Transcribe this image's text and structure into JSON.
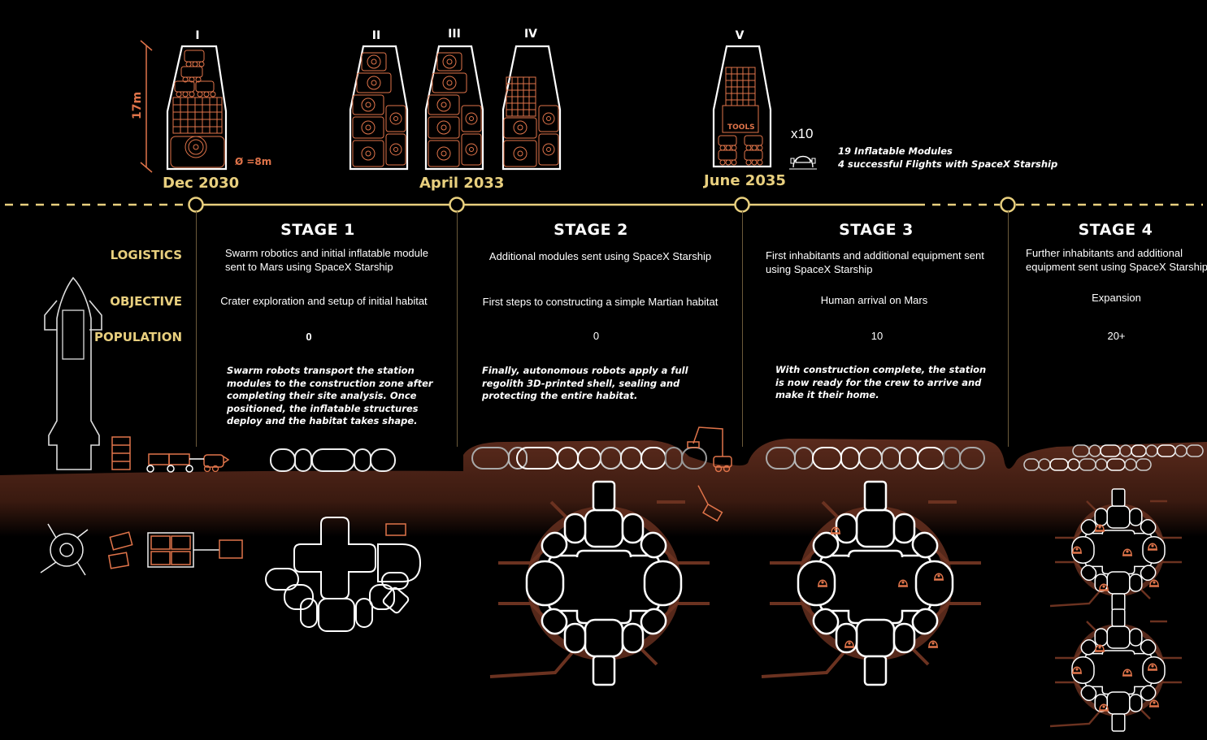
{
  "colors": {
    "background": "#000000",
    "accent_gold": "#e8cf7e",
    "cargo_orange": "#e0744a",
    "ground_brown": "#5a2a1c",
    "outline_white": "#ffffff",
    "tunnel_brown": "#6b3220"
  },
  "flights": [
    {
      "numeral": "I",
      "cargo": [
        "rover-robots",
        "solar-grid",
        "inflatable-module"
      ]
    },
    {
      "numeral": "II",
      "cargo": [
        "inflatable-modules"
      ]
    },
    {
      "numeral": "III",
      "cargo": [
        "inflatable-modules"
      ]
    },
    {
      "numeral": "IV",
      "cargo": [
        "solar-grid",
        "inflatable-modules"
      ]
    },
    {
      "numeral": "V",
      "cargo": [
        "solar-grid",
        "tools",
        "rover-robots"
      ],
      "tools_label": "TOOLS"
    }
  ],
  "dimensions": {
    "height": "17m",
    "diameter": "Ø =8m"
  },
  "dates": [
    "Dec 2030",
    "April 2033",
    "June 2035"
  ],
  "crew": {
    "count_label": "x10",
    "icon": "astronaut-helmet-icon"
  },
  "summary": {
    "line1": "19 Inflatable Modules",
    "line2": "4 successful Flights with SpaceX Starship"
  },
  "row_labels": {
    "logistics": "LOGISTICS",
    "objective": "OBJECTIVE",
    "population": "POPULATION"
  },
  "stages": [
    {
      "title": "STAGE 1",
      "logistics": "Swarm robotics and initial inflatable module sent to Mars using SpaceX Starship",
      "objective": "Crater exploration and setup of initial habitat",
      "population": "0",
      "description": "Swarm robots transport the station modules to the construction zone after completing their site analysis. Once positioned, the inflatable structures deploy and the habitat takes shape."
    },
    {
      "title": "STAGE 2",
      "logistics": "Additional modules sent using SpaceX Starship",
      "objective": "First steps to constructing a simple Martian habitat",
      "population": "0",
      "description": "Finally, autonomous robots apply a full regolith 3D-printed shell, sealing and protecting the entire habitat."
    },
    {
      "title": "STAGE 3",
      "logistics": "First inhabitants and additional equipment sent using SpaceX Starship",
      "objective": "Human arrival on Mars",
      "population": "10",
      "description": "With construction complete, the station is now ready for the crew to arrive and make it their home."
    },
    {
      "title": "STAGE 4",
      "logistics": "Further inhabitants and additional equipment sent using SpaceX Starship",
      "objective": "Expansion",
      "population": "20+",
      "description": ""
    }
  ]
}
